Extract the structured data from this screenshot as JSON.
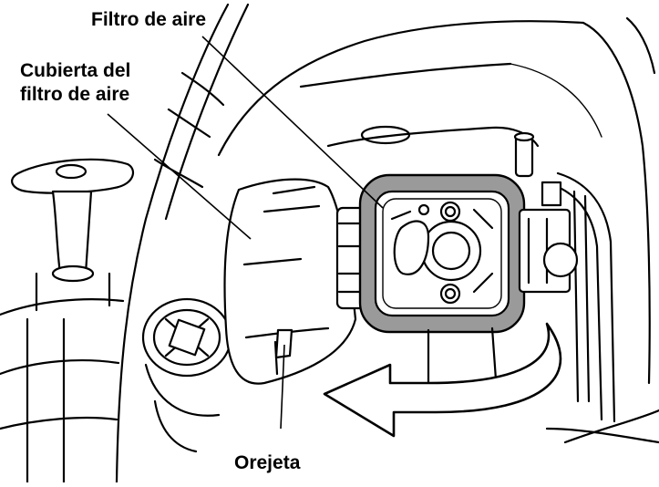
{
  "labels": {
    "air_filter": "Filtro de aire",
    "air_filter_cover_line1": "Cubierta del",
    "air_filter_cover_line2": "filtro de aire",
    "tab": "Orejeta"
  },
  "colors": {
    "ink": "#000000",
    "filter_gray": "#9a9a9a",
    "background": "#ffffff"
  }
}
